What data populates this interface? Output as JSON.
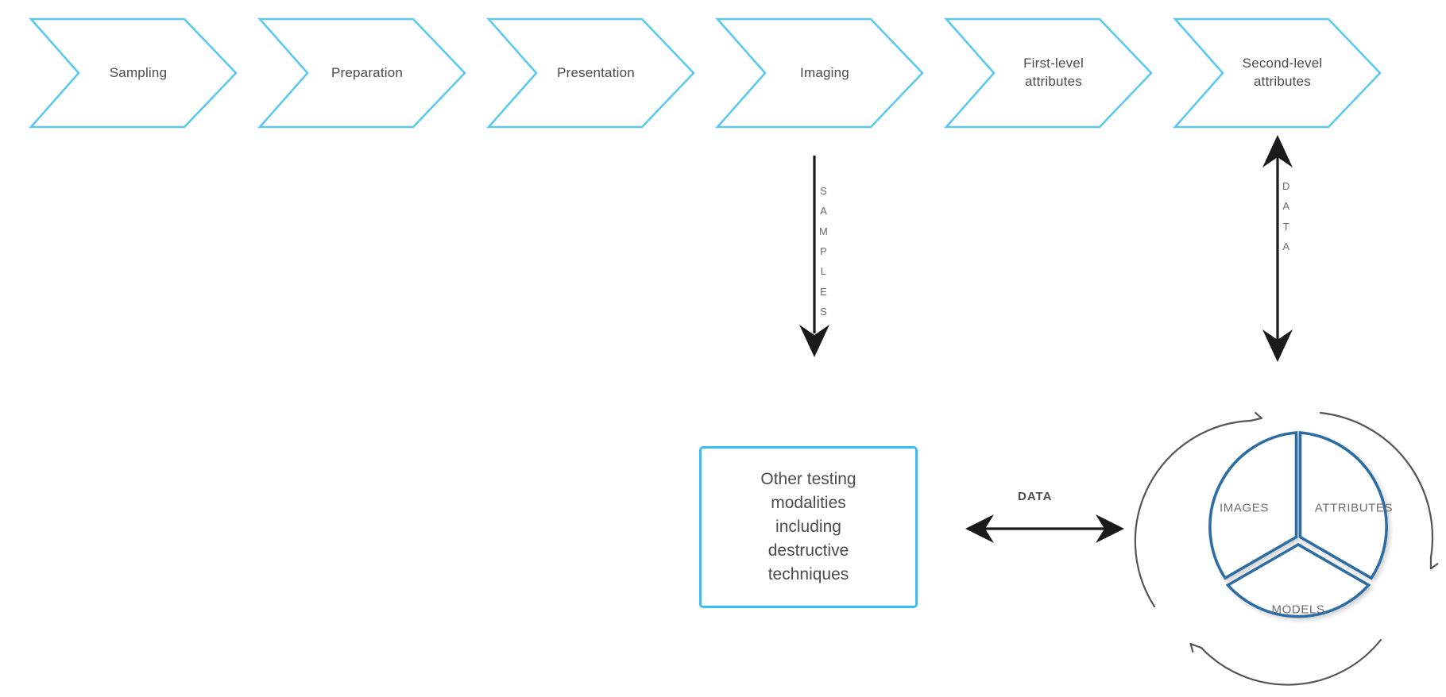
{
  "theme": {
    "chevron_stroke": "#5BC8F5",
    "box_stroke": "#39BDF4",
    "pie_stroke": "#2E6DA4",
    "arrow_color": "#1a1a1a",
    "curve_arrow_color": "#555555",
    "text_color": "#4b4b4b",
    "muted_text_color": "#6e6e6e",
    "background": "#ffffff"
  },
  "pipeline": {
    "steps": [
      {
        "label": "Sampling"
      },
      {
        "label": "Preparation"
      },
      {
        "label": "Presentation"
      },
      {
        "label": "Imaging"
      },
      {
        "label": "First-level\nattributes"
      },
      {
        "label": "Second-level\nattributes"
      }
    ]
  },
  "connectors": {
    "samples_arrow": {
      "label": "SAMPLES",
      "letters": [
        "S",
        "A",
        "M",
        "P",
        "L",
        "E",
        "S"
      ],
      "direction": "down"
    },
    "data_vertical_arrow": {
      "label": "DATA",
      "letters": [
        "D",
        "A",
        "T",
        "A"
      ],
      "direction": "both"
    },
    "data_horizontal_arrow": {
      "label": "DATA",
      "direction": "both"
    }
  },
  "other_testing_box": {
    "text": "Other testing\nmodalities\nincluding\ndestructive\ntechniques"
  },
  "cycle": {
    "segments": [
      {
        "label": "IMAGES"
      },
      {
        "label": "ATTRIBUTES"
      },
      {
        "label": "MODELS"
      }
    ]
  }
}
